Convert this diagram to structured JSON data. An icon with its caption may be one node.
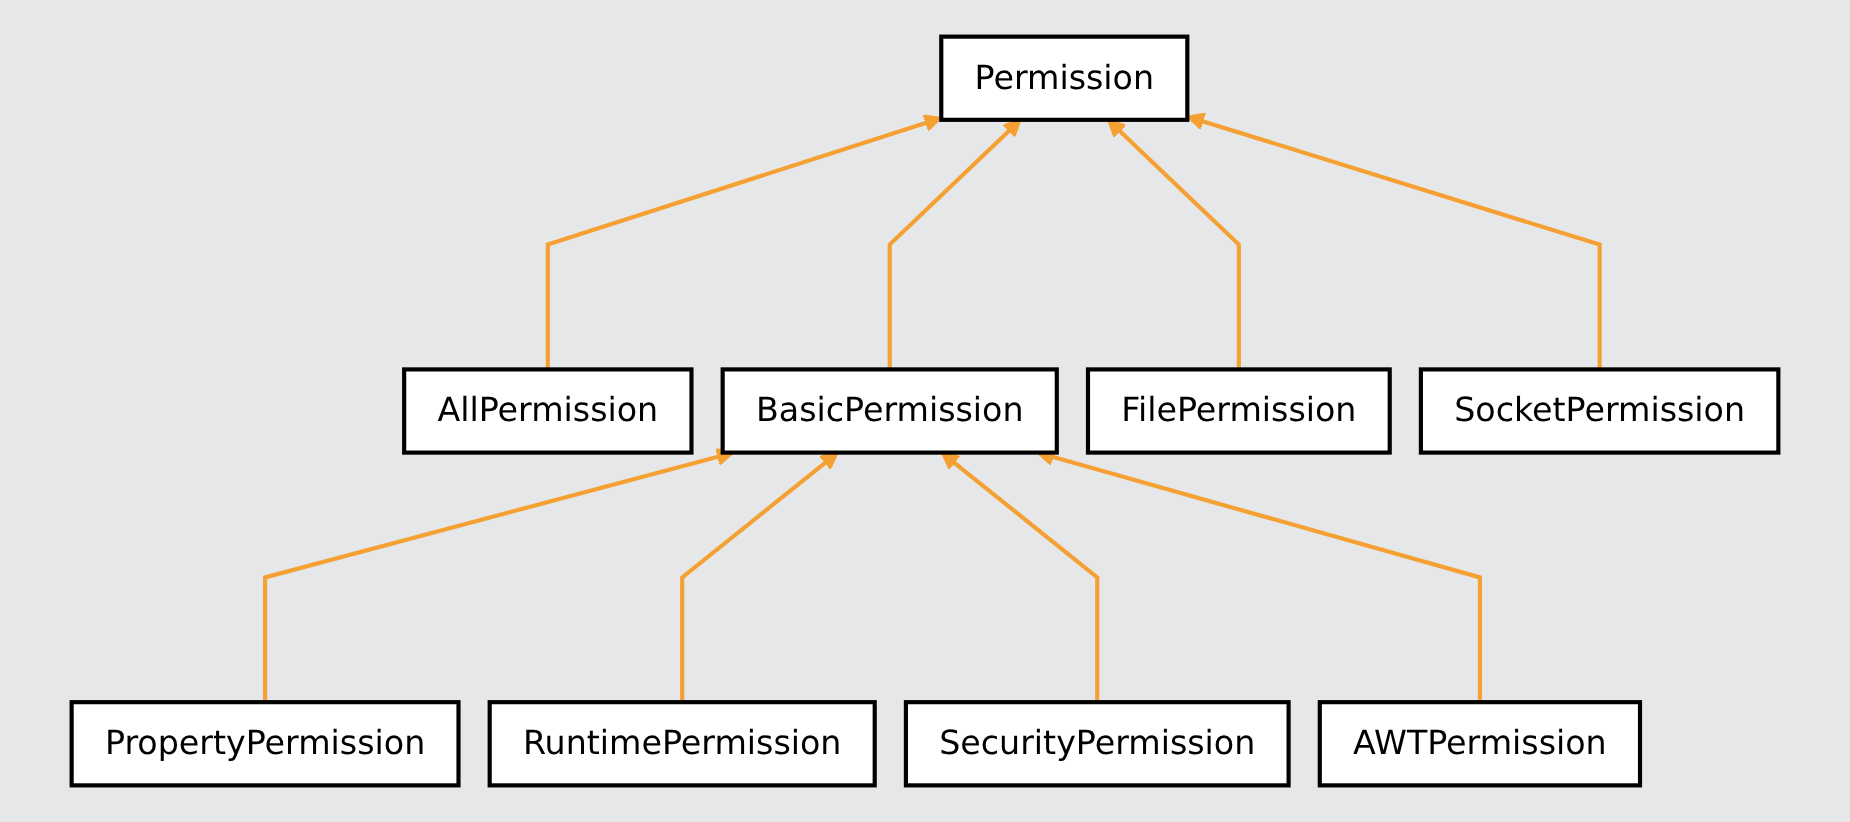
{
  "diagram": {
    "nodes": [
      {
        "text": [
          "Permission"
        ]
      },
      {
        "text": [
          "AllPermission"
        ]
      },
      {
        "text": [
          "BasicPermission"
        ]
      },
      {
        "text": [
          "FilePermission"
        ]
      },
      {
        "text": [
          "SocketPermission"
        ]
      },
      {
        "text": [
          "PropertyPermission"
        ]
      },
      {
        "text": [
          "RuntimePermission"
        ]
      },
      {
        "text": [
          "SecurityPermission"
        ]
      },
      {
        "text": [
          "AWTPermission"
        ]
      }
    ],
    "edges": [
      {
        "from": 1,
        "to": 0,
        "arrow": "to"
      },
      {
        "from": 2,
        "to": 0,
        "arrow": "to"
      },
      {
        "from": 3,
        "to": 0,
        "arrow": "to"
      },
      {
        "from": 4,
        "to": 0,
        "arrow": "to"
      },
      {
        "from": 5,
        "to": 2,
        "arrow": "to"
      },
      {
        "from": 6,
        "to": 2,
        "arrow": "to"
      },
      {
        "from": 7,
        "to": 2,
        "arrow": "to"
      },
      {
        "from": 8,
        "to": 2,
        "arrow": "to"
      }
    ]
  }
}
